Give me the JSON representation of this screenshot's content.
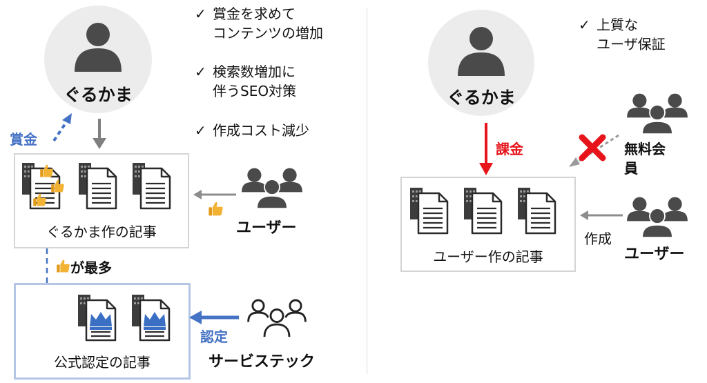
{
  "left": {
    "persona_name": "ぐるかま",
    "benefits": [
      {
        "line1": "賞金を求めて",
        "line2": "コンテンツの増加"
      },
      {
        "line1": "検索数増加に",
        "line2": "伴うSEO対策"
      },
      {
        "line1": "作成コスト減少",
        "line2": ""
      }
    ],
    "prize_label": "賞金",
    "articles_caption": "ぐるかま作の記事",
    "users_label": "ユーザー",
    "most_likes_label": "が最多",
    "official_caption": "公式認定の記事",
    "certify_label": "認定",
    "service_label": "サービステック"
  },
  "right": {
    "persona_name": "ぐるかま",
    "quality_line1": "上質な",
    "quality_line2": "ユーザ保証",
    "billing_label": "課金",
    "free_member_line1": "無料会",
    "free_member_line2": "員",
    "articles_caption": "ユーザー作の記事",
    "create_label": "作成",
    "users_label": "ユーザー"
  },
  "check_mark": "✓",
  "colors": {
    "icon_gray": "#4a4a4a",
    "accent_blue": "#4472c4",
    "accent_red": "#e8141b",
    "thumb_gold": "#f2b233",
    "crown_blue": "#3a6fc4"
  }
}
